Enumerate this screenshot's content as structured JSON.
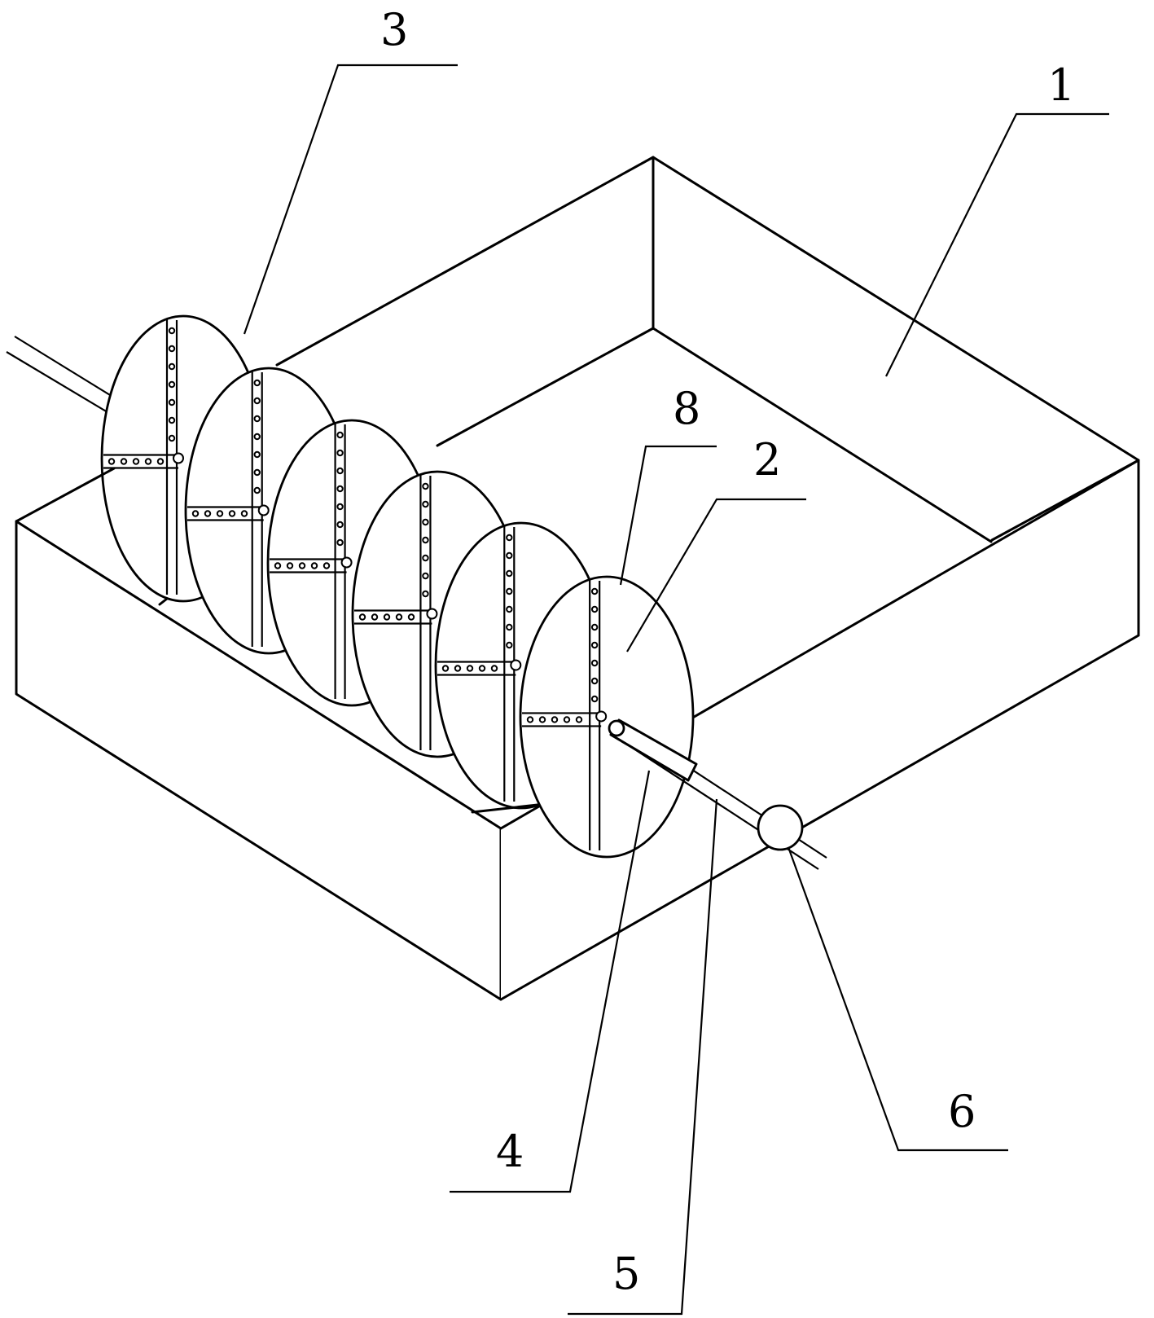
{
  "labels": {
    "tank": "1",
    "plate": "2",
    "discs": "3",
    "sleeve": "4",
    "shaft": "5",
    "bearing": "6",
    "hole_strip": "8"
  }
}
